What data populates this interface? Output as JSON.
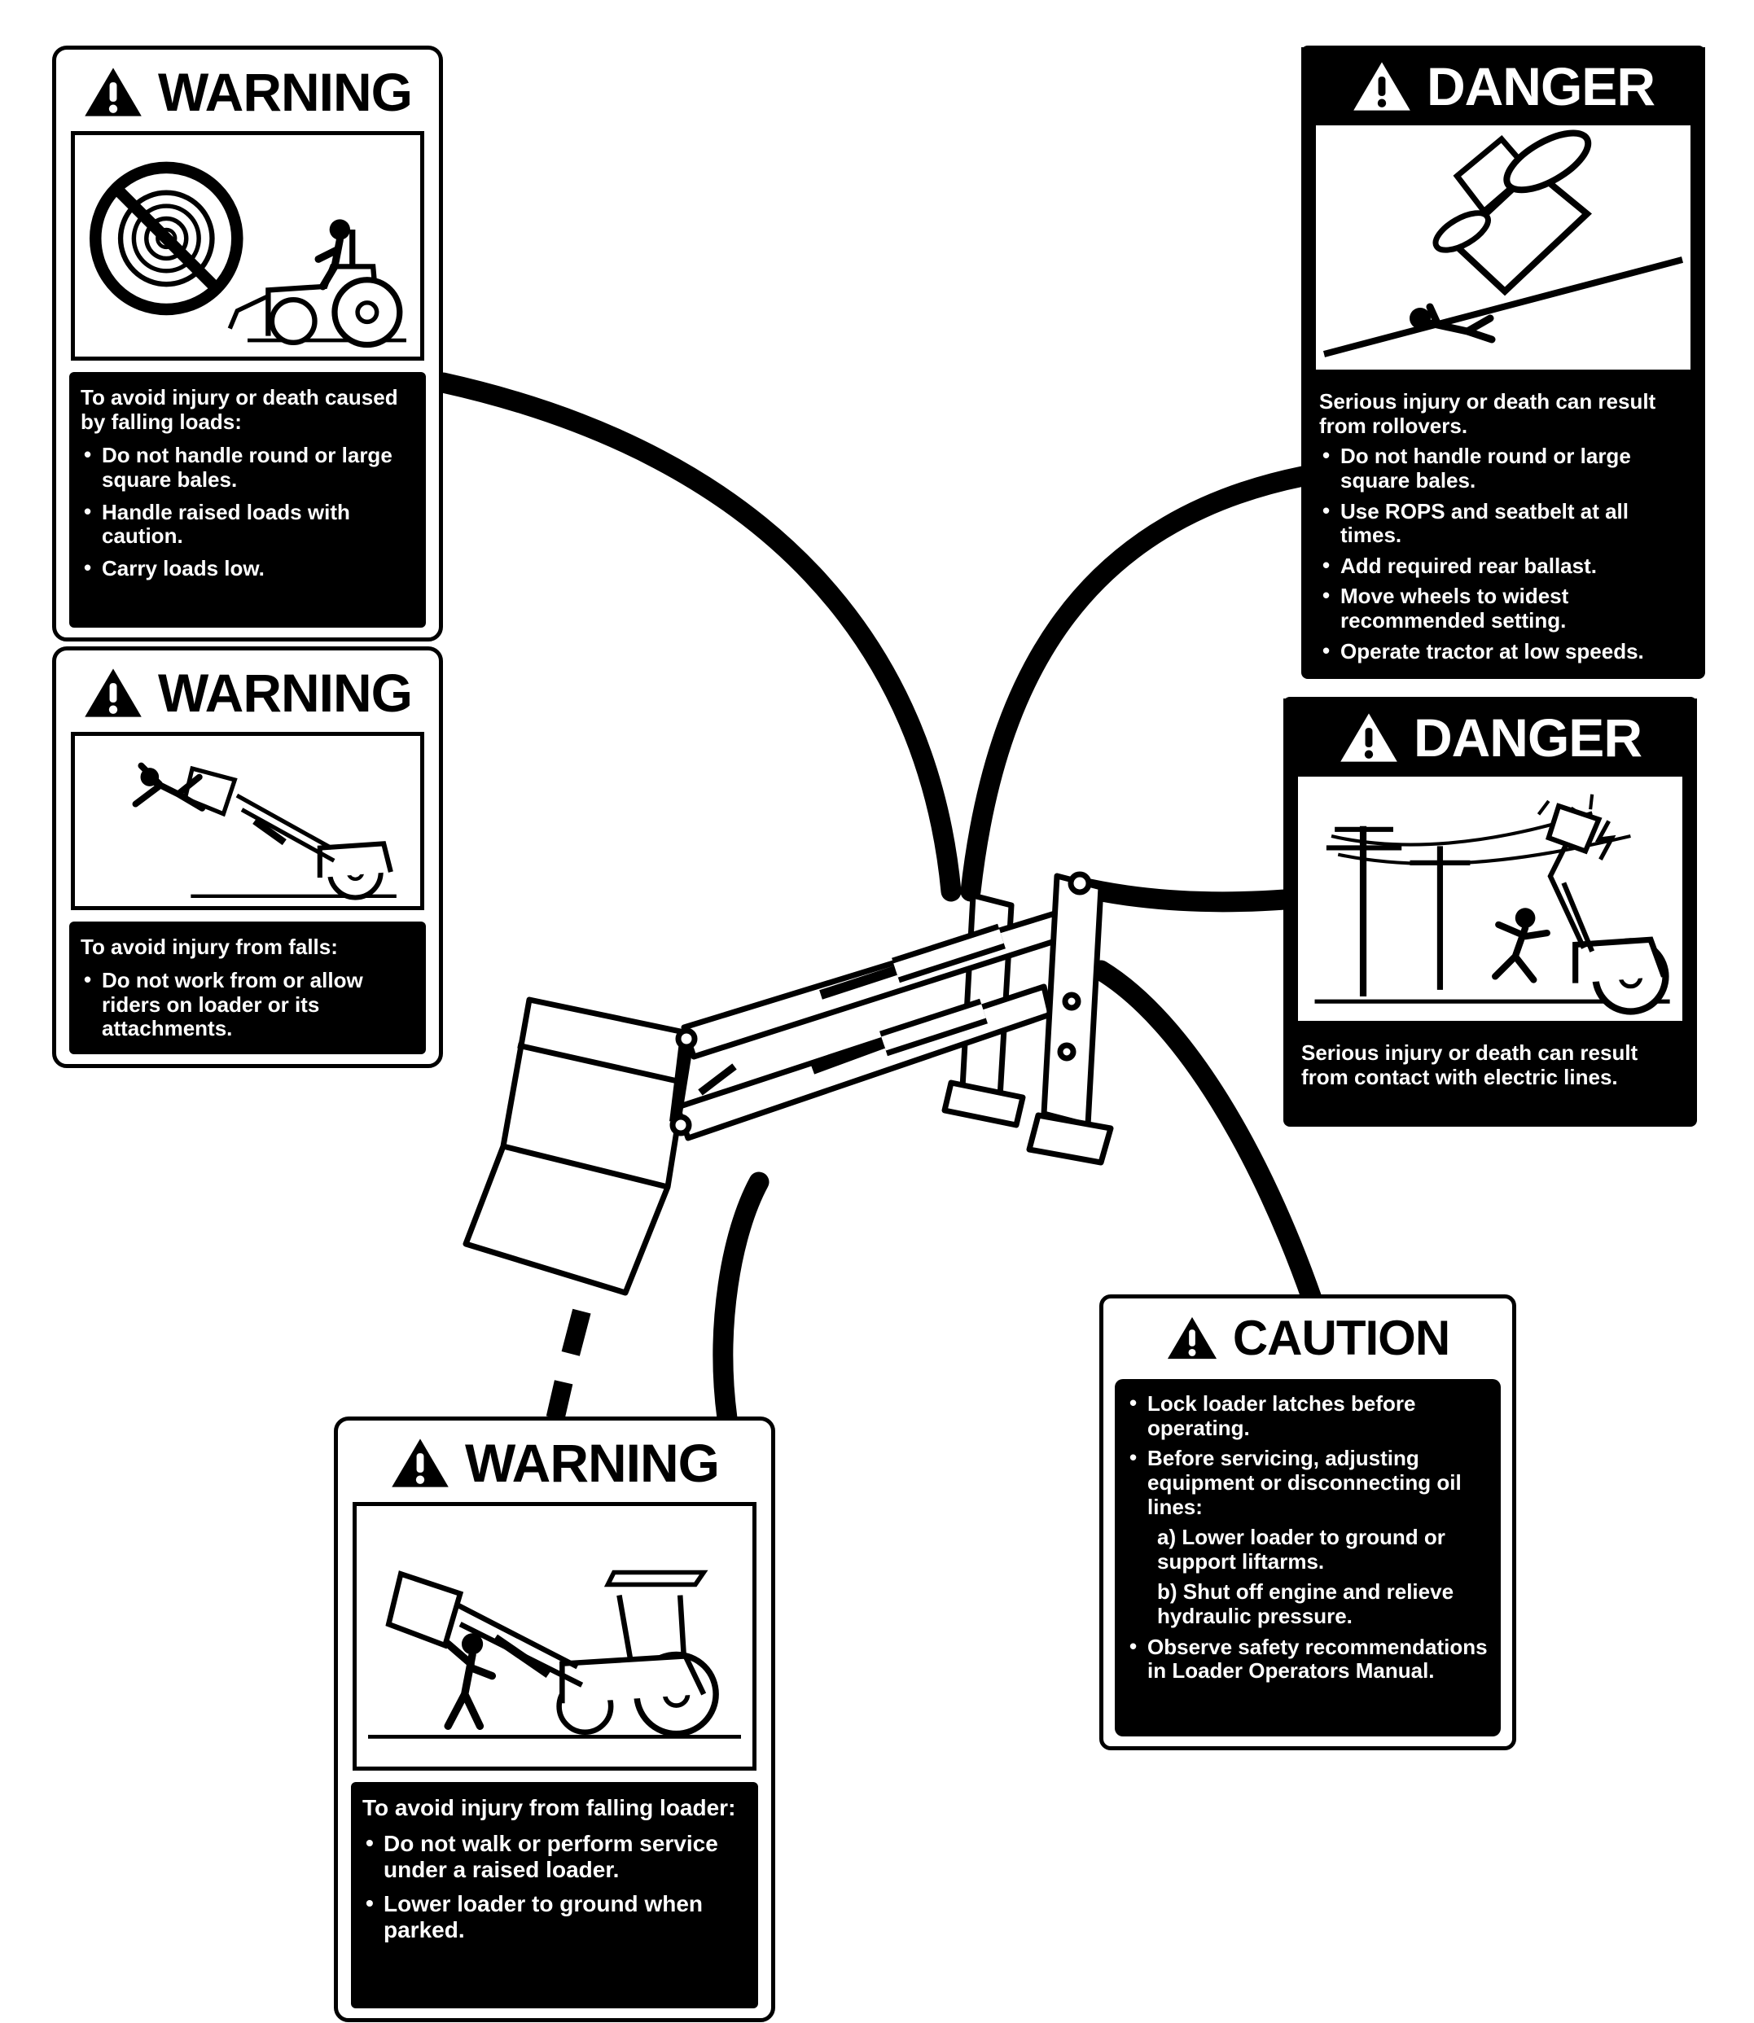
{
  "colors": {
    "ink": "#000000",
    "paper": "#ffffff"
  },
  "icons": {
    "alert_triangle": "⚠",
    "no_round_bales_pictogram": "tractor with crossed-out round bale",
    "fall_from_loader_pictogram": "person falling from raised loader bucket",
    "rollover_pictogram": "tractor rolling over on a slope",
    "electric_lines_pictogram": "raised loader contacting overhead electric lines",
    "raised_loader_pictogram": "person under a raised loader"
  },
  "labels": {
    "warning_bales": {
      "header": "WARNING",
      "intro": "To avoid injury or death caused by falling loads:",
      "bullets": [
        "Do not handle round or large square bales.",
        "Handle raised loads with caution.",
        "Carry loads low."
      ]
    },
    "warning_falls": {
      "header": "WARNING",
      "intro": "To avoid injury from falls:",
      "bullets": [
        "Do not work from or allow riders on loader or its attachments."
      ]
    },
    "danger_rollover": {
      "header": "DANGER",
      "intro": "Serious injury or death can result from rollovers.",
      "bullets": [
        "Do not handle round or large square bales.",
        "Use ROPS and seatbelt at all times.",
        "Add required rear ballast.",
        "Move wheels to widest recommended setting.",
        "Operate tractor at low speeds."
      ]
    },
    "danger_electric": {
      "header": "DANGER",
      "intro": "Serious injury or death can result from contact with electric lines."
    },
    "warning_falling_loader": {
      "header": "WARNING",
      "intro": "To avoid injury from falling loader:",
      "bullets": [
        "Do not walk or perform service under a raised loader.",
        "Lower loader to ground when parked."
      ]
    },
    "caution_latches": {
      "header": "CAUTION",
      "bullets": [
        "Lock loader latches before operating.",
        "Before servicing, adjusting equipment or disconnecting oil lines:",
        "a) Lower loader to ground or support liftarms.",
        "b) Shut off engine and relieve hydraulic pressure.",
        "Observe safety recommendations in Loader Operators Manual."
      ]
    }
  }
}
